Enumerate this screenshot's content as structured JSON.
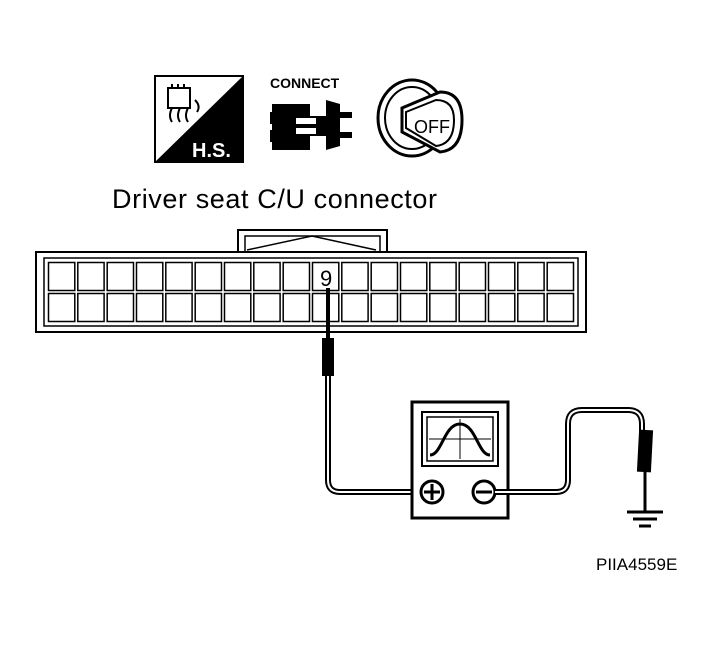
{
  "icons": {
    "harness_side_label": "H.S.",
    "connect_label": "CONNECT",
    "ignition_label": "OFF"
  },
  "connector": {
    "title": "Driver seat C/U connector",
    "pin_label": "9",
    "rows": 2,
    "cols": 18
  },
  "figure_id": "PIIA4559E",
  "colors": {
    "ink": "#000000",
    "background": "#ffffff"
  }
}
